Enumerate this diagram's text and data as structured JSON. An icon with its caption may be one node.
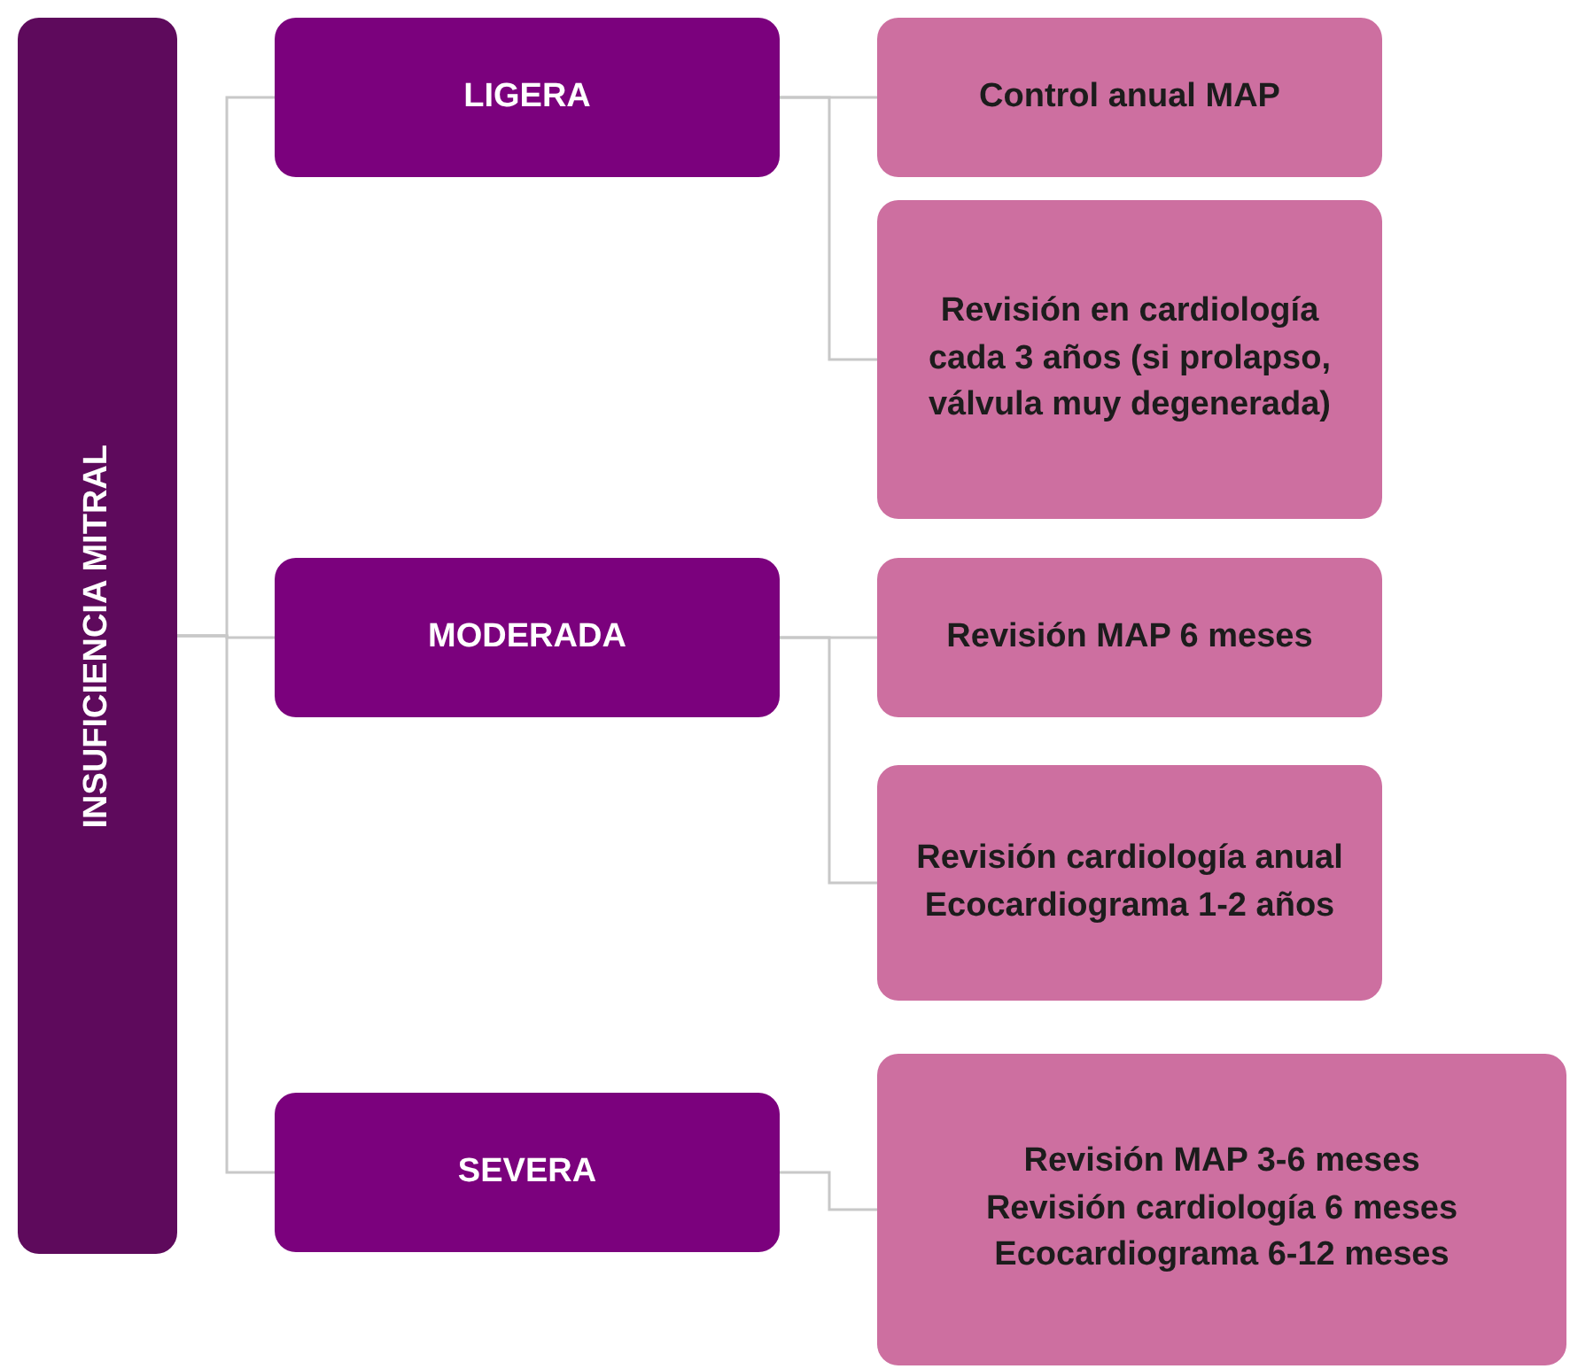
{
  "diagram": {
    "nodes": [
      {
        "text": [
          "INSUFICIENCIA MITRAL"
        ]
      },
      {
        "text": [
          "LIGERA"
        ]
      },
      {
        "text": [
          "Control anual MAP"
        ]
      },
      {
        "text": [
          "Revisión en cardiología cada 3 años (si prolapso, válvula muy degenerada)"
        ]
      },
      {
        "text": [
          "MODERADA"
        ]
      },
      {
        "text": [
          "Revisión MAP 6 meses"
        ]
      },
      {
        "text": [
          "Revisión cardiología anual",
          "Ecocardiograma 1-2 años"
        ]
      },
      {
        "text": [
          "SEVERA"
        ]
      },
      {
        "text": [
          "Revisión MAP 3-6 meses",
          "Revisión cardiología 6 meses",
          "Ecocardiograma 6-12 meses"
        ]
      }
    ],
    "edges": [
      {
        "from": 0,
        "to": 1,
        "arrow": "none"
      },
      {
        "from": 0,
        "to": 4,
        "arrow": "none"
      },
      {
        "from": 0,
        "to": 7,
        "arrow": "none"
      },
      {
        "from": 1,
        "to": 2,
        "arrow": "none"
      },
      {
        "from": 1,
        "to": 3,
        "arrow": "none"
      },
      {
        "from": 4,
        "to": 5,
        "arrow": "none"
      },
      {
        "from": 4,
        "to": 6,
        "arrow": "none"
      },
      {
        "from": 7,
        "to": 8,
        "arrow": "none"
      }
    ]
  }
}
